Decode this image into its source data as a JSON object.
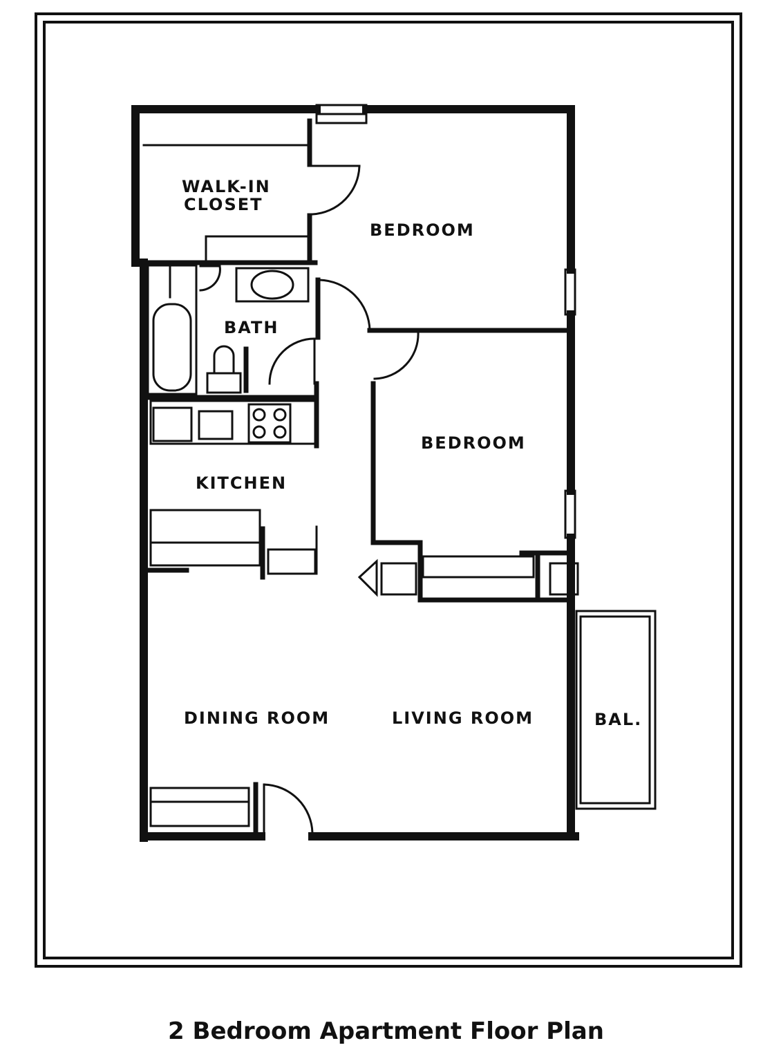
{
  "rooms": {
    "walk_in_closet_line1": "WALK-IN",
    "walk_in_closet_line2": "CLOSET",
    "bedroom_1": "BEDROOM",
    "bath": "BATH",
    "bedroom_2": "BEDROOM",
    "kitchen": "KITCHEN",
    "dining_room": "DINING ROOM",
    "living_room": "LIVING ROOM",
    "balcony": "BAL."
  },
  "caption": "2 Bedroom Apartment Floor Plan",
  "colors": {
    "ink": "#111111",
    "paper": "#ffffff"
  }
}
